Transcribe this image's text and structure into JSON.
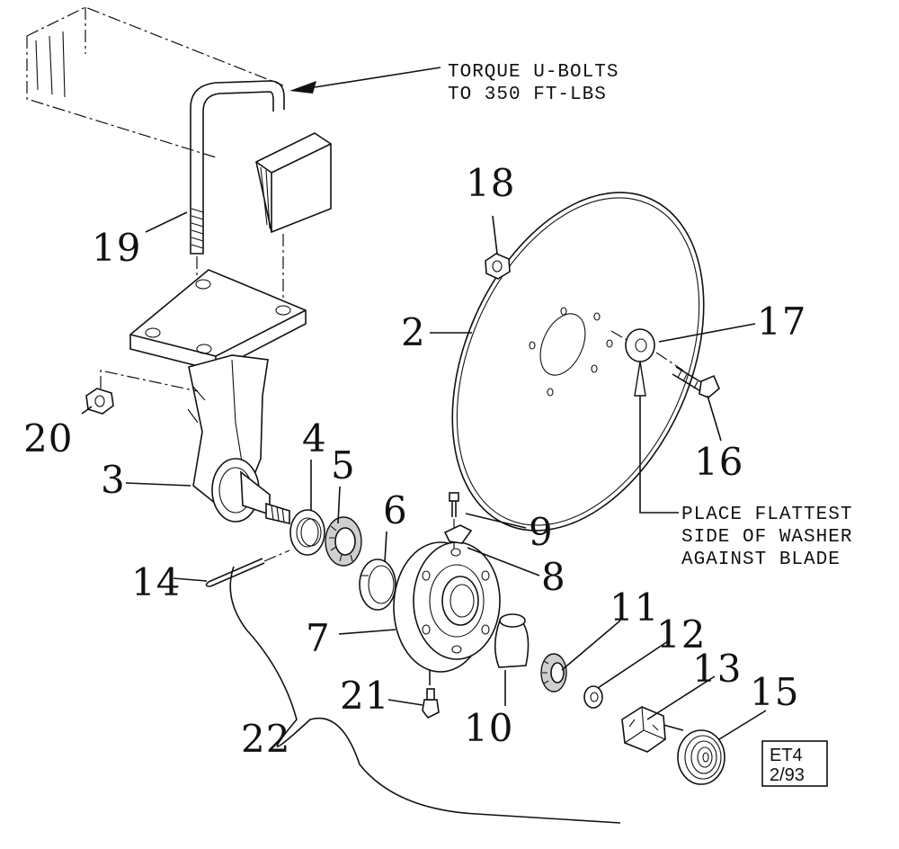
{
  "notes": {
    "torque_line1": "TORQUE U-BOLTS",
    "torque_line2": "TO 350 FT-LBS",
    "washer_line1": "PLACE FLATTEST",
    "washer_line2": "SIDE OF WASHER",
    "washer_line3": "AGAINST BLADE"
  },
  "stamp": {
    "line1": "ET4",
    "line2": "2/93"
  },
  "callouts": {
    "c2": "2",
    "c3": "3",
    "c4": "4",
    "c5": "5",
    "c6": "6",
    "c7": "7",
    "c8": "8",
    "c9": "9",
    "c10": "10",
    "c11": "11",
    "c12": "12",
    "c13": "13",
    "c14": "14",
    "c15": "15",
    "c16": "16",
    "c17": "17",
    "c18": "18",
    "c19": "19",
    "c20": "20",
    "c21": "21",
    "c22": "22"
  }
}
